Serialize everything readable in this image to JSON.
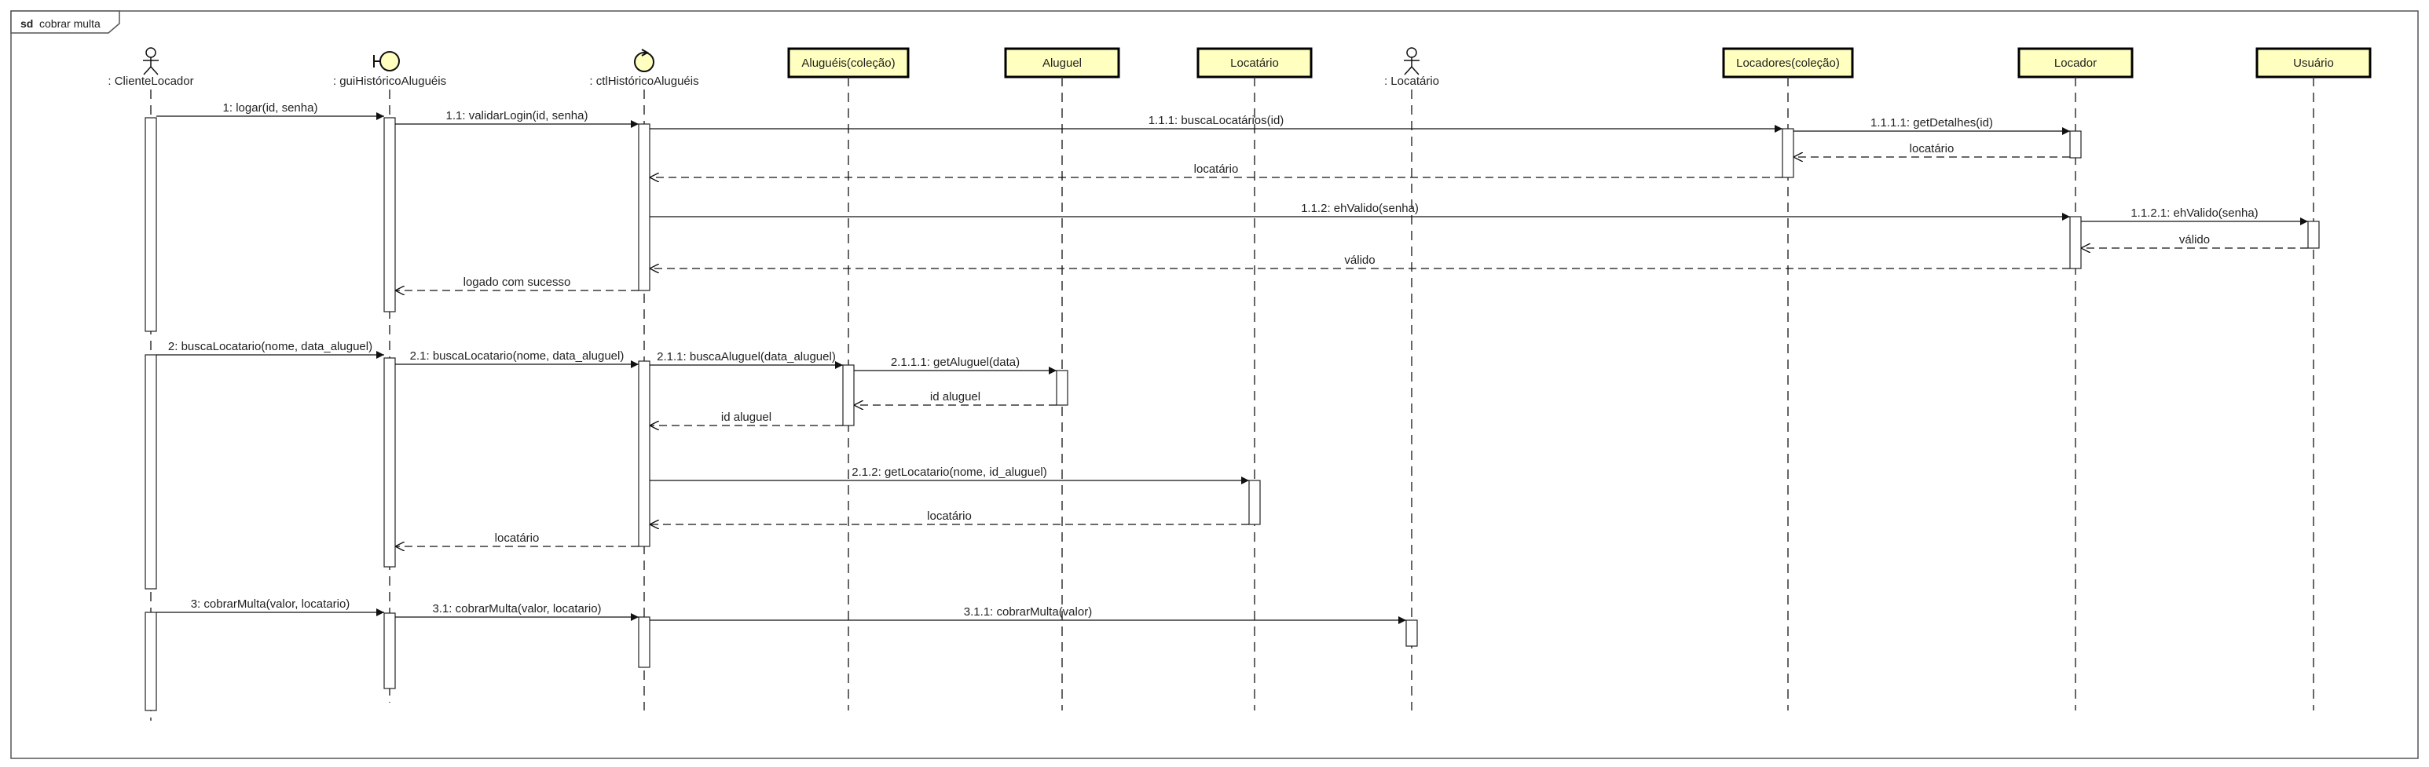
{
  "frame": {
    "keyword": "sd",
    "title": "cobrar multa"
  },
  "participants": [
    {
      "id": "clienteLocador",
      "kind": "actor",
      "label": ": ClienteLocador"
    },
    {
      "id": "guiHistorico",
      "kind": "boundary",
      "label": ": guiHistóricoAluguéis"
    },
    {
      "id": "ctlHistorico",
      "kind": "control",
      "label": ": ctlHistóricoAluguéis"
    },
    {
      "id": "alugueisColecao",
      "kind": "entity",
      "label": "Aluguéis(coleção)"
    },
    {
      "id": "aluguel",
      "kind": "entity",
      "label": "Aluguel"
    },
    {
      "id": "locatario",
      "kind": "entity",
      "label": "Locatário"
    },
    {
      "id": "locatarioActor",
      "kind": "actor",
      "label": ": Locatário"
    },
    {
      "id": "locadoresColecao",
      "kind": "entity",
      "label": "Locadores(coleção)"
    },
    {
      "id": "locador",
      "kind": "entity",
      "label": "Locador"
    },
    {
      "id": "usuario",
      "kind": "entity",
      "label": "Usuário"
    }
  ],
  "messages": [
    {
      "label": "1: logar(id, senha)",
      "from": "clienteLocador",
      "to": "guiHistorico",
      "type": "call"
    },
    {
      "label": "1.1: validarLogin(id, senha)",
      "from": "guiHistorico",
      "to": "ctlHistorico",
      "type": "call"
    },
    {
      "label": "1.1.1: buscaLocatários(id)",
      "from": "ctlHistorico",
      "to": "locadoresColecao",
      "type": "call"
    },
    {
      "label": "1.1.1.1: getDetalhes(id)",
      "from": "locadoresColecao",
      "to": "locador",
      "type": "call"
    },
    {
      "label": "locatário",
      "from": "locador",
      "to": "locadoresColecao",
      "type": "return"
    },
    {
      "label": "locatário",
      "from": "locadoresColecao",
      "to": "ctlHistorico",
      "type": "return"
    },
    {
      "label": "1.1.2: ehValido(senha)",
      "from": "ctlHistorico",
      "to": "locador",
      "type": "call"
    },
    {
      "label": "1.1.2.1: ehValido(senha)",
      "from": "locador",
      "to": "usuario",
      "type": "call"
    },
    {
      "label": "válido",
      "from": "usuario",
      "to": "locador",
      "type": "return"
    },
    {
      "label": "válido",
      "from": "locador",
      "to": "ctlHistorico",
      "type": "return"
    },
    {
      "label": "logado com sucesso",
      "from": "ctlHistorico",
      "to": "guiHistorico",
      "type": "return"
    },
    {
      "label": "2: buscaLocatario(nome, data_aluguel)",
      "from": "clienteLocador",
      "to": "guiHistorico",
      "type": "call"
    },
    {
      "label": "2.1: buscaLocatario(nome, data_aluguel)",
      "from": "guiHistorico",
      "to": "ctlHistorico",
      "type": "call"
    },
    {
      "label": "2.1.1: buscaAluguel(data_aluguel)",
      "from": "ctlHistorico",
      "to": "alugueisColecao",
      "type": "call"
    },
    {
      "label": "2.1.1.1: getAluguel(data)",
      "from": "alugueisColecao",
      "to": "aluguel",
      "type": "call"
    },
    {
      "label": "id aluguel",
      "from": "aluguel",
      "to": "alugueisColecao",
      "type": "return"
    },
    {
      "label": "id aluguel",
      "from": "alugueisColecao",
      "to": "ctlHistorico",
      "type": "return"
    },
    {
      "label": "2.1.2: getLocatario(nome, id_aluguel)",
      "from": "ctlHistorico",
      "to": "locatario",
      "type": "call"
    },
    {
      "label": "locatário",
      "from": "locatario",
      "to": "ctlHistorico",
      "type": "return"
    },
    {
      "label": "locatário",
      "from": "ctlHistorico",
      "to": "guiHistorico",
      "type": "return"
    },
    {
      "label": "3: cobrarMulta(valor, locatario)",
      "from": "clienteLocador",
      "to": "guiHistorico",
      "type": "call"
    },
    {
      "label": "3.1: cobrarMulta(valor, locatario)",
      "from": "guiHistorico",
      "to": "ctlHistorico",
      "type": "call"
    },
    {
      "label": "3.1.1: cobrarMulta(valor)",
      "from": "ctlHistorico",
      "to": "locatarioActor",
      "type": "call"
    }
  ],
  "colors": {
    "line": "#333333",
    "entityFill": "#ffffc0",
    "actorFill": "#ffffc0",
    "frameBorder": "#555555",
    "activationFill": "#ffffff"
  },
  "icons": {
    "actor": "stick-figure-icon",
    "boundary": "boundary-icon",
    "control": "control-icon"
  }
}
